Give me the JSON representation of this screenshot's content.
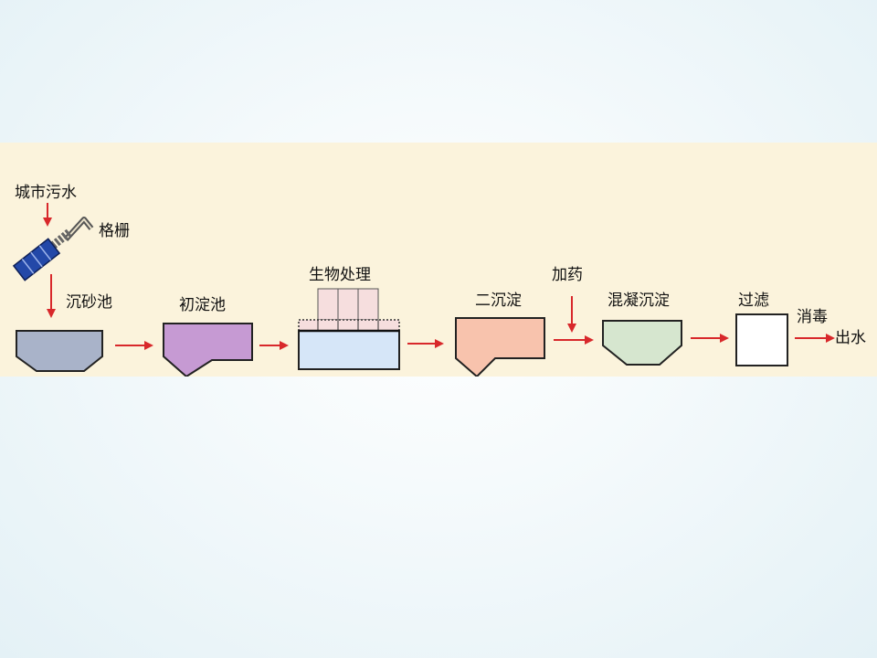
{
  "labels": {
    "sewage": "城市污水",
    "grille": "格栅",
    "grit_chamber": "沉砂池",
    "primary_clarifier": "初淀池",
    "biological": "生物处理",
    "secondary_clarifier": "二沉淀",
    "dosing": "加药",
    "coagulation": "混凝沉淀",
    "filtration": "过滤",
    "disinfection": "消毒",
    "effluent": "出水"
  },
  "colors": {
    "panel": "#fbf3dc",
    "arrow": "#d8282b",
    "grit_chamber": "#a9b3c9",
    "primary_clarifier": "#c69ad3",
    "biological_top": "#f6dede",
    "biological_bottom": "#d6e6f8",
    "secondary_clarifier": "#f8c3ad",
    "coagulation": "#d6e6cf",
    "filtration": "#ffffff",
    "grille": "#2348a8"
  }
}
